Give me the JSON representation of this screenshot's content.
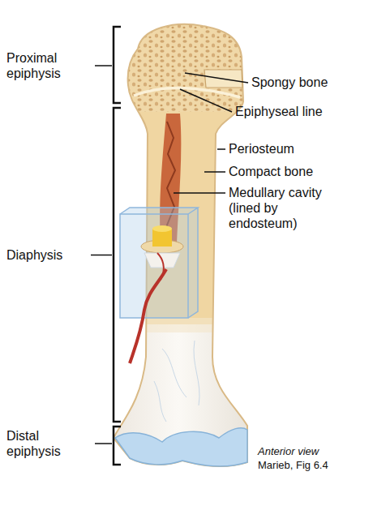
{
  "diagram": {
    "labels": [
      "Proximal epiphysis",
      "Spongy bone",
      "Epiphyseal line",
      "Periosteum",
      "Compact bone",
      "Medullary cavity (lined by endosteum)",
      "Diaphysis",
      "Distal epiphysis",
      "Anterior view",
      "Marieb, Fig 6.4"
    ]
  }
}
